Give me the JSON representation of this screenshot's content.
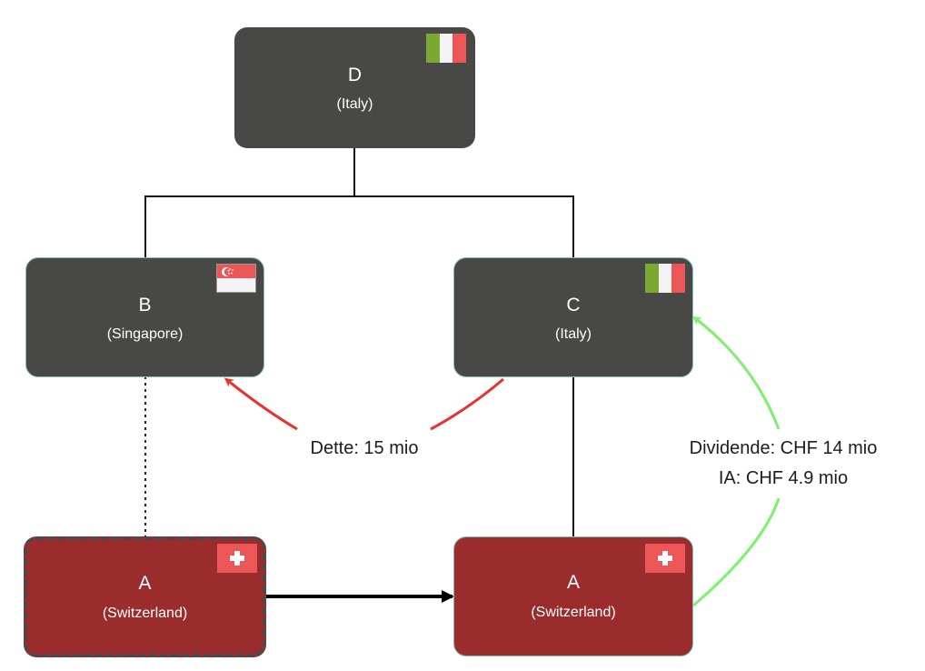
{
  "diagram": {
    "nodes": [
      {
        "id": "D",
        "name": "D",
        "country": "(Italy)",
        "flag": "italy-flag",
        "style": "dark"
      },
      {
        "id": "B",
        "name": "B",
        "country": "(Singapore)",
        "flag": "singapore-flag",
        "style": "dark"
      },
      {
        "id": "C",
        "name": "C",
        "country": "(Italy)",
        "flag": "italy-flag",
        "style": "dark"
      },
      {
        "id": "A1",
        "name": "A",
        "country": "(Switzerland)",
        "flag": "switzerland-flag",
        "style": "red-dashed"
      },
      {
        "id": "A2",
        "name": "A",
        "country": "(Switzerland)",
        "flag": "switzerland-flag",
        "style": "red"
      }
    ],
    "edges": [
      {
        "from": "D",
        "to": "B",
        "type": "ownership",
        "style": "solid"
      },
      {
        "from": "D",
        "to": "C",
        "type": "ownership",
        "style": "solid"
      },
      {
        "from": "B",
        "to": "A1",
        "type": "ownership",
        "style": "dotted"
      },
      {
        "from": "C",
        "to": "A2",
        "type": "ownership",
        "style": "solid"
      },
      {
        "from": "A1",
        "to": "A2",
        "type": "transfer",
        "style": "arrow"
      },
      {
        "from": "C",
        "to": "B",
        "type": "flow",
        "color": "#e8322b",
        "label": "Dette: 15 mio"
      },
      {
        "from": "A2",
        "to": "C",
        "type": "flow",
        "color": "#7ef06e",
        "label_lines": [
          "Dividende: CHF 14 mio",
          "IA: CHF 4.9 mio"
        ]
      }
    ],
    "labels": {
      "debt": "Dette: 15 mio",
      "dividend": "Dividende: CHF 14 mio",
      "ia": "IA: CHF 4.9 mio"
    },
    "colors": {
      "dark_node": "#484846",
      "red_node": "#9b2c2d",
      "node_border": "#7fc3b3",
      "debt_arrow": "#e8322b",
      "dividend_arrow": "#7ef06e",
      "flag_red": "#ec5656",
      "flag_green": "#7ba832",
      "flag_white": "#f3f3f3"
    }
  }
}
